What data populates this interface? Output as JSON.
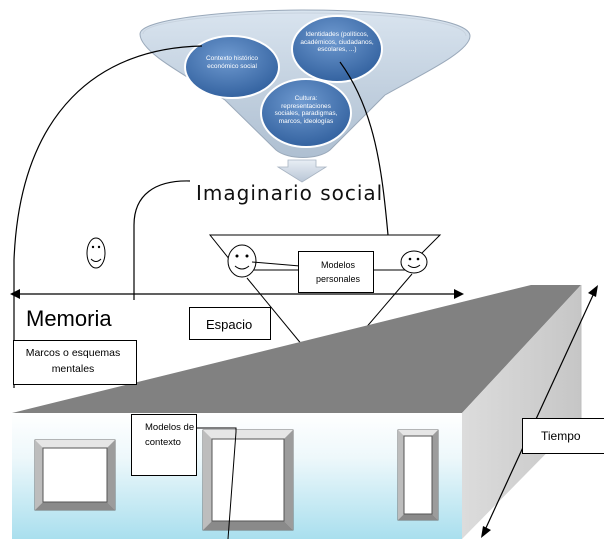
{
  "funnel": {
    "bubbles": {
      "contexto": "Contexto histórico económico social",
      "identidades": "Identidades (políticos, académicos, ciudadanos, escolares, ...)",
      "cultura": "Cultura: representaciones sociales, paradigmas, marcos, ideologías"
    }
  },
  "title": "Imaginario social",
  "labels": {
    "modelos_personales": "Modelos personales",
    "memoria": "Memoria",
    "marcos": "Marcos o esquemas mentales",
    "espacio": "Espacio",
    "modelos_contexto": "Modelos de contexto",
    "tiempo": "Tiempo"
  }
}
